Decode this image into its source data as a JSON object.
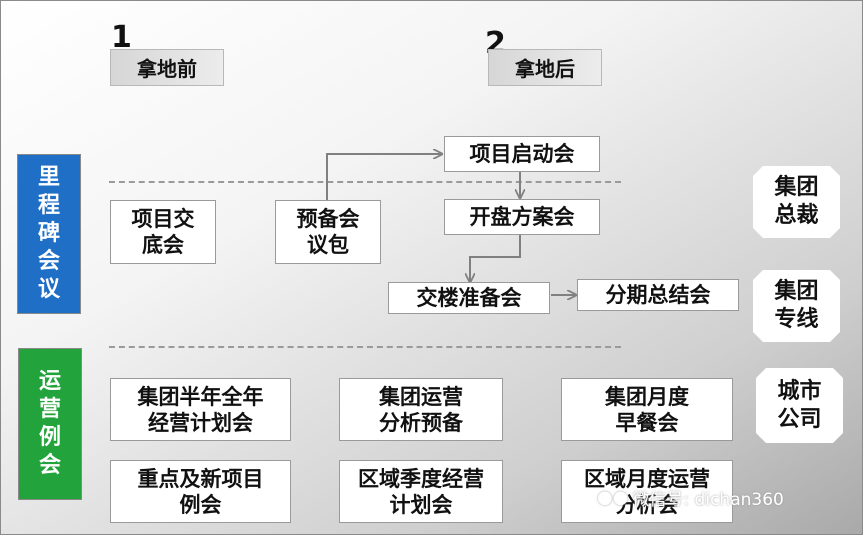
{
  "phases": [
    {
      "number": "1",
      "label": "拿地前"
    },
    {
      "number": "2",
      "label": "拿地后"
    }
  ],
  "side_labels": {
    "milestone": "里程碑会议",
    "regular": "运营例会"
  },
  "milestone_boxes": {
    "project_kickoff": "项目启动会",
    "opening_plan": "开盘方案会",
    "project_handover": "项目交\n底会",
    "pre_meeting_package": "预备会\n议包",
    "delivery_prep": "交楼准备会",
    "phase_summary": "分期总结会"
  },
  "regular_boxes": {
    "group_plan": "集团半年全年\n经营计划会",
    "group_ops_analysis": "集团运营\n分析预备",
    "group_monthly_breakfast": "集团月度\n早餐会",
    "key_new_projects": "重点及新项目\n例会",
    "regional_quarterly": "区域季度经营\n计划会",
    "regional_monthly_ops": "区域月度运营\n分析会"
  },
  "tags": {
    "group_president": "集团\n总裁",
    "group_line": "集团\n专线",
    "city_company": "城市\n公司"
  },
  "watermark": "微信号: dichan360",
  "colors": {
    "milestone_blue": "#1f6fc7",
    "regular_green": "#23a33c",
    "arrow_gray": "#808080"
  }
}
